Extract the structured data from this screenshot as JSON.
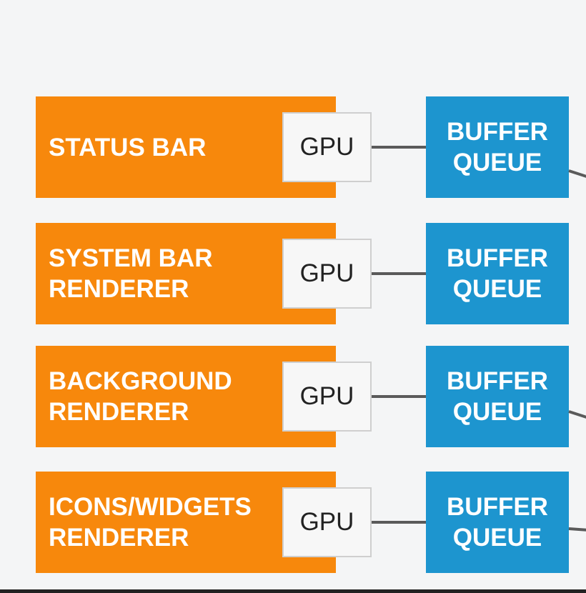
{
  "colors": {
    "background": "#f4f5f6",
    "source": "#f7880c",
    "queue": "#1d95cf",
    "gpu_fill": "#f7f7f7",
    "connector": "#5a5a5a"
  },
  "rows": [
    {
      "source_label": "STATUS BAR",
      "gpu_label": "GPU",
      "queue_label": "BUFFER\nQUEUE"
    },
    {
      "source_label": "SYSTEM BAR\nRENDERER",
      "gpu_label": "GPU",
      "queue_label": "BUFFER\nQUEUE"
    },
    {
      "source_label": "BACKGROUND\nRENDERER",
      "gpu_label": "GPU",
      "queue_label": "BUFFER\nQUEUE"
    },
    {
      "source_label": "ICONS/WIDGETS\nRENDERER",
      "gpu_label": "GPU",
      "queue_label": "BUFFER\nQUEUE"
    }
  ]
}
